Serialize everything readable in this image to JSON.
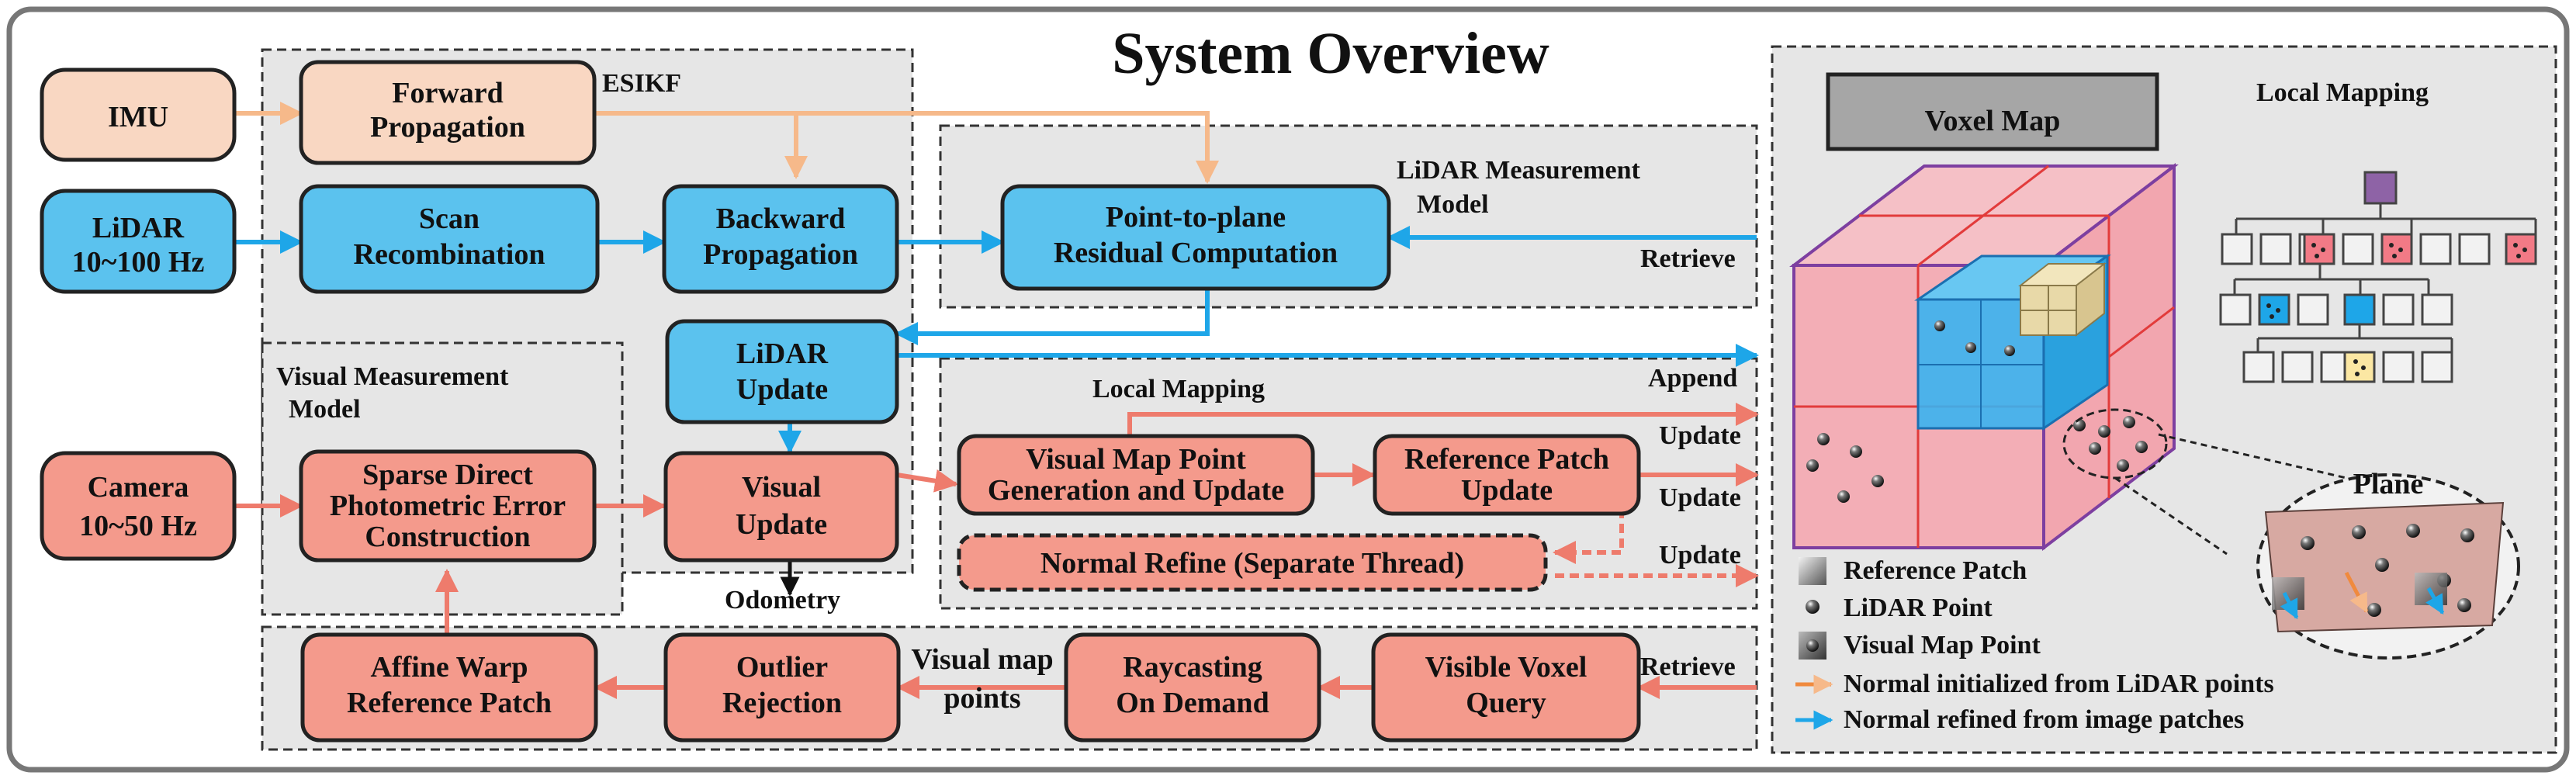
{
  "title": "System Overview",
  "colors": {
    "peach": "#f9d7c2",
    "blue": "#5bc2ee",
    "salmon": "#f49a8c",
    "orange_line": "#f6b98a",
    "blue_line": "#1ea6e8",
    "red_line": "#ee7b6c",
    "panel": "#e6e6e6",
    "frame": "#777777"
  },
  "inputs": {
    "imu": "IMU",
    "lidar": "LiDAR",
    "lidar_rate": "10~100 Hz",
    "camera": "Camera",
    "camera_rate": "10~50 Hz"
  },
  "esikf": {
    "label": "ESIKF",
    "forward_propagation": [
      "Forward",
      "Propagation"
    ],
    "scan_recombination": [
      "Scan",
      "Recombination"
    ],
    "backward_propagation": [
      "Backward",
      "Propagation"
    ],
    "lidar_update": [
      "LiDAR",
      "Update"
    ],
    "visual_update": [
      "Visual",
      "Update"
    ]
  },
  "lidar_model": {
    "label": [
      "LiDAR Measurement",
      "Model"
    ],
    "point_to_plane": [
      "Point-to-plane",
      "Residual Computation"
    ],
    "retrieve": "Retrieve"
  },
  "visual_model": {
    "label": [
      "Visual  Measurement",
      "Model"
    ],
    "photometric": [
      "Sparse Direct",
      "Photometric Error",
      "Construction"
    ]
  },
  "local_mapping": {
    "label": "Local Mapping",
    "map_point_gen": [
      "Visual Map Point",
      "Generation and Update"
    ],
    "ref_patch_update": [
      "Reference Patch",
      "Update"
    ],
    "normal_refine": "Normal Refine (Separate Thread)",
    "append": "Append",
    "update": "Update"
  },
  "odometry": "Odometry",
  "bottom": {
    "affine_warp": [
      "Affine Warp",
      "Reference Patch"
    ],
    "outlier": [
      "Outlier",
      "Rejection"
    ],
    "visual_map_points": [
      "Visual map",
      "points"
    ],
    "raycasting": [
      "Raycasting",
      "On Demand"
    ],
    "visible_voxel": [
      "Visible Voxel",
      "Query"
    ],
    "retrieve": "Retrieve"
  },
  "voxel_map": {
    "title": "Voxel Map",
    "local_mapping": "Local Mapping",
    "plane": "Plane",
    "legend": [
      {
        "icon": "reference-patch-icon",
        "label": "Reference Patch"
      },
      {
        "icon": "lidar-point-icon",
        "label": "LiDAR Point"
      },
      {
        "icon": "visual-map-point-icon",
        "label": "Visual Map Point"
      },
      {
        "icon": "orange-arrow-icon",
        "label": "Normal initialized from LiDAR points"
      },
      {
        "icon": "blue-arrow-icon",
        "label": "Normal refined from image patches"
      }
    ]
  }
}
